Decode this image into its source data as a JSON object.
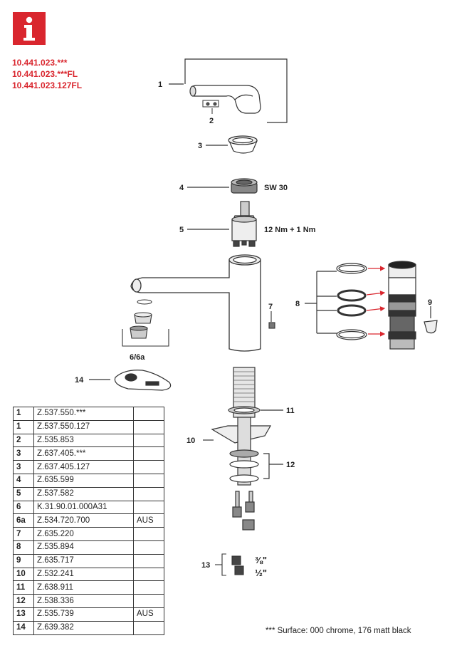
{
  "header": {
    "info_icon": "info-icon",
    "accent_color": "#d9262e",
    "models": [
      "10.441.023.***",
      "10.441.023.***FL",
      "10.441.023.127FL"
    ]
  },
  "callouts": {
    "c1": "1",
    "c2": "2",
    "c3": "3",
    "c4": "4",
    "c5": "5",
    "c7": "7",
    "c8": "8",
    "c9": "9",
    "c10": "10",
    "c11": "11",
    "c12": "12",
    "c13": "13",
    "c14": "14",
    "c6": "6/6a"
  },
  "annotations": {
    "sw": "SW 30",
    "torque": "12 Nm + 1 Nm",
    "thread_a": "⅜\"",
    "thread_b": "½\""
  },
  "parts_table": [
    {
      "no": "1",
      "code": "Z.537.550.***",
      "note": ""
    },
    {
      "no": "1",
      "code": "Z.537.550.127",
      "note": ""
    },
    {
      "no": "2",
      "code": "Z.535.853",
      "note": ""
    },
    {
      "no": "3",
      "code": "Z.637.405.***",
      "note": ""
    },
    {
      "no": "3",
      "code": "Z.637.405.127",
      "note": ""
    },
    {
      "no": "4",
      "code": "Z.635.599",
      "note": ""
    },
    {
      "no": "5",
      "code": "Z.537.582",
      "note": ""
    },
    {
      "no": "6",
      "code": "K.31.90.01.000A31",
      "note": ""
    },
    {
      "no": "6a",
      "code": "Z.534.720.700",
      "note": "AUS"
    },
    {
      "no": "7",
      "code": "Z.635.220",
      "note": ""
    },
    {
      "no": "8",
      "code": "Z.535.894",
      "note": ""
    },
    {
      "no": "9",
      "code": "Z.635.717",
      "note": ""
    },
    {
      "no": "10",
      "code": "Z.532.241",
      "note": ""
    },
    {
      "no": "11",
      "code": "Z.638.911",
      "note": ""
    },
    {
      "no": "12",
      "code": "Z.538.336",
      "note": ""
    },
    {
      "no": "13",
      "code": "Z.535.739",
      "note": "AUS"
    },
    {
      "no": "14",
      "code": "Z.639.382",
      "note": ""
    }
  ],
  "footnote": "*** Surface: 000 chrome, 176 matt black"
}
